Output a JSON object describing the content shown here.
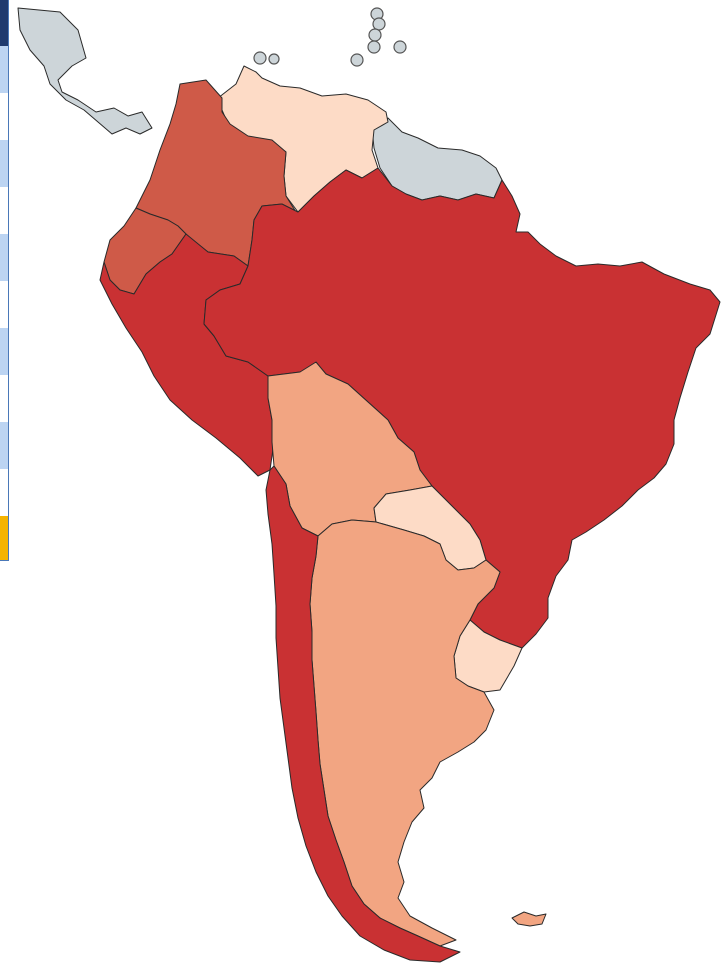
{
  "map": {
    "colors": {
      "no_data": "#cdd5d9",
      "highest": "#c93133",
      "high": "#cf5a48",
      "medium": "#f2a582",
      "low": "#fddbc6",
      "border": "#2a2a2a"
    },
    "regions": [
      {
        "id": "central-america",
        "category": "no_data"
      },
      {
        "id": "caribbean-islands",
        "category": "no_data"
      },
      {
        "id": "guianas",
        "category": "no_data"
      },
      {
        "id": "colombia",
        "category": "high"
      },
      {
        "id": "ecuador",
        "category": "high"
      },
      {
        "id": "venezuela",
        "category": "low"
      },
      {
        "id": "brazil",
        "category": "highest"
      },
      {
        "id": "peru",
        "category": "highest"
      },
      {
        "id": "chile",
        "category": "highest"
      },
      {
        "id": "bolivia",
        "category": "medium"
      },
      {
        "id": "argentina",
        "category": "medium"
      },
      {
        "id": "paraguay",
        "category": "low"
      },
      {
        "id": "uruguay",
        "category": "low"
      }
    ]
  },
  "table_strip": {
    "colors": {
      "header": "#1f3a6e",
      "row_a": "#bcd4f2",
      "row_b": "#ffffff",
      "total": "#f5b400",
      "border": "#4a78b8"
    },
    "rows": [
      "header",
      "a",
      "b",
      "a",
      "b",
      "a",
      "b",
      "a",
      "b",
      "a",
      "b",
      "total"
    ]
  }
}
